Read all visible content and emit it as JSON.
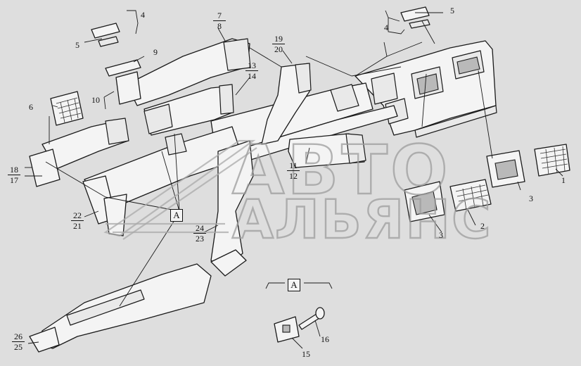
{
  "watermark": {
    "line1": "АВТО",
    "line2": "АЛЬЯНС"
  },
  "detail_marker": "A",
  "labels": [
    {
      "id": "1",
      "text": "1"
    },
    {
      "id": "2",
      "text": "2"
    },
    {
      "id": "3a",
      "text": "3"
    },
    {
      "id": "3b",
      "text": "3"
    },
    {
      "id": "4a",
      "text": "4"
    },
    {
      "id": "4b",
      "text": "4"
    },
    {
      "id": "5a",
      "text": "5"
    },
    {
      "id": "5b",
      "text": "5"
    },
    {
      "id": "6",
      "text": "6"
    },
    {
      "id": "9",
      "text": "9"
    },
    {
      "id": "10",
      "text": "10"
    },
    {
      "id": "15",
      "text": "15"
    },
    {
      "id": "16",
      "text": "16"
    }
  ],
  "fractions": [
    {
      "id": "7-8",
      "top": "7",
      "bottom": "8"
    },
    {
      "id": "19-20",
      "top": "19",
      "bottom": "20"
    },
    {
      "id": "13-14",
      "top": "13",
      "bottom": "14"
    },
    {
      "id": "11-12",
      "top": "11",
      "bottom": "12"
    },
    {
      "id": "18-17",
      "top": "18",
      "bottom": "17"
    },
    {
      "id": "22-21",
      "top": "22",
      "bottom": "21"
    },
    {
      "id": "24-23",
      "top": "24",
      "bottom": "23"
    },
    {
      "id": "26-25",
      "top": "26",
      "bottom": "25"
    }
  ]
}
